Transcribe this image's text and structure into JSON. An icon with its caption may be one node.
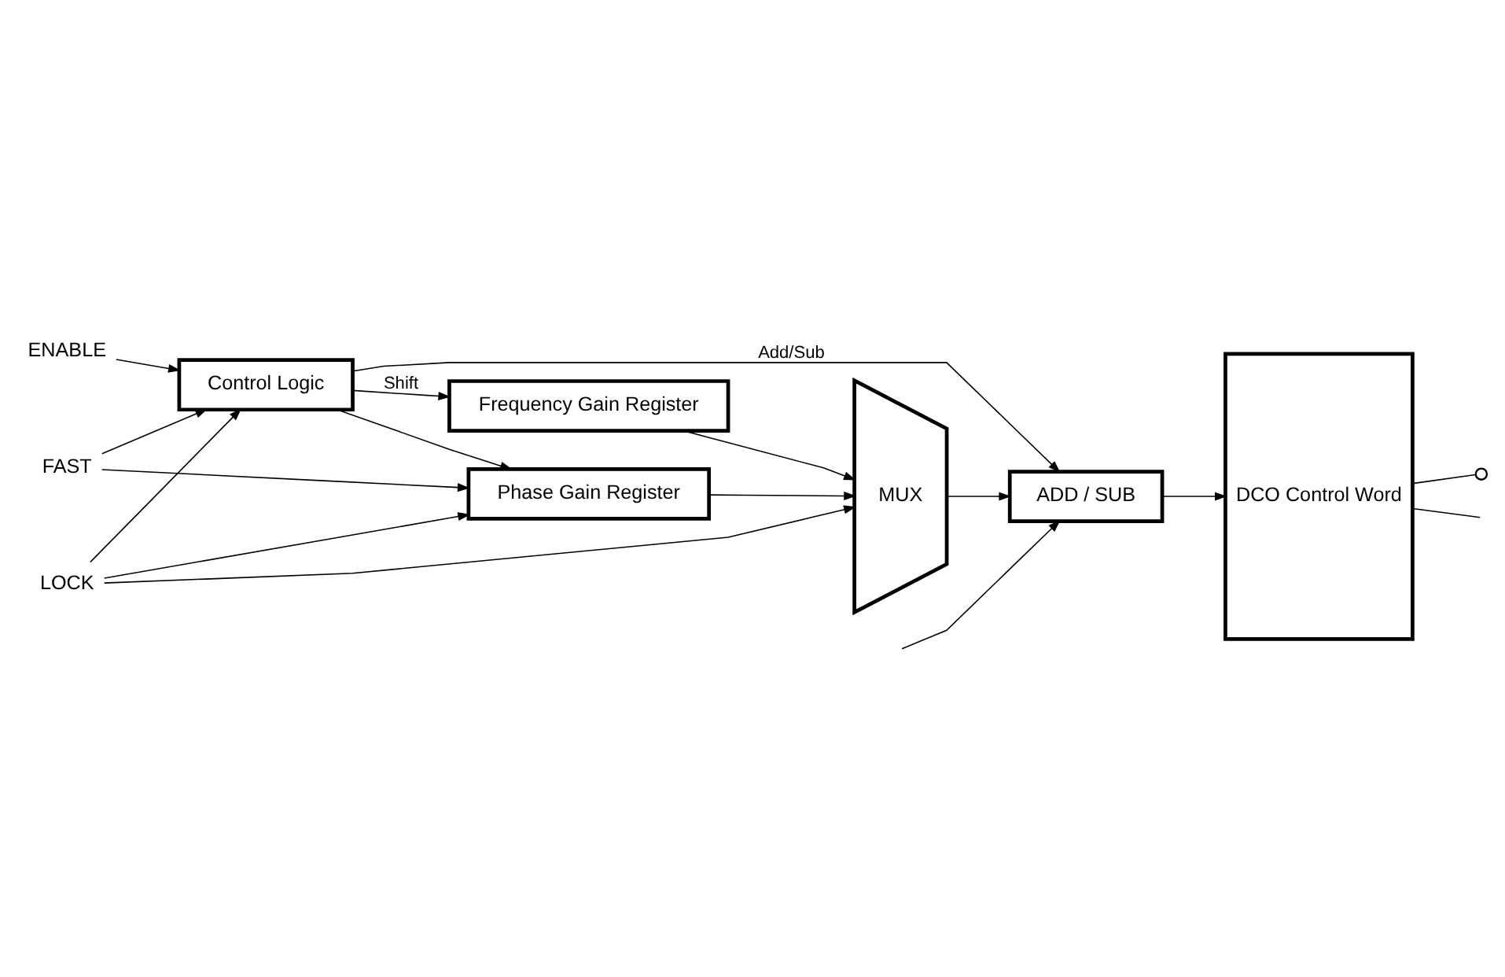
{
  "diagram": {
    "nodes": [
      {
        "text": [
          "ENABLE"
        ]
      },
      {
        "text": [
          "FAST"
        ]
      },
      {
        "text": [
          "LOCK"
        ]
      },
      {
        "text": [
          "Control Logic"
        ]
      },
      {
        "text": [
          "Frequency Gain Register"
        ]
      },
      {
        "text": [
          "Phase Gain Register"
        ]
      },
      {
        "text": [
          "MUX"
        ]
      },
      {
        "text": [
          "ADD / SUB"
        ]
      },
      {
        "text": [
          "DCO Control Word"
        ]
      },
      {
        "text": [],
        "shape": "circle"
      }
    ],
    "edges": [
      {
        "from": 0,
        "to": 3,
        "arrow": "to"
      },
      {
        "from": 1,
        "to": 3,
        "arrow": "to"
      },
      {
        "from": 2,
        "to": 3,
        "arrow": "to"
      },
      {
        "from": 2,
        "to": 6,
        "arrow": "to"
      },
      {
        "from": 1,
        "to": 5,
        "arrow": "to"
      },
      {
        "from": 2,
        "to": 5,
        "arrow": "to"
      },
      {
        "from": 3,
        "to": 4,
        "label": "Shift",
        "arrow": "to"
      },
      {
        "from": 3,
        "to": 5,
        "arrow": "to"
      },
      {
        "from": 3,
        "to": 7,
        "label": "Add/Sub",
        "arrow": "to"
      },
      {
        "from": 4,
        "to": 6,
        "arrow": "to"
      },
      {
        "from": 5,
        "to": 6,
        "arrow": "to"
      },
      {
        "from": 6,
        "to": 7,
        "arrow": "to"
      },
      {
        "from": null,
        "to": 7,
        "arrow": "to"
      },
      {
        "from": 7,
        "to": 8,
        "arrow": "to"
      },
      {
        "from": 8,
        "to": 9,
        "arrow": "none"
      },
      {
        "from": 8,
        "to": null,
        "arrow": "none"
      }
    ]
  }
}
